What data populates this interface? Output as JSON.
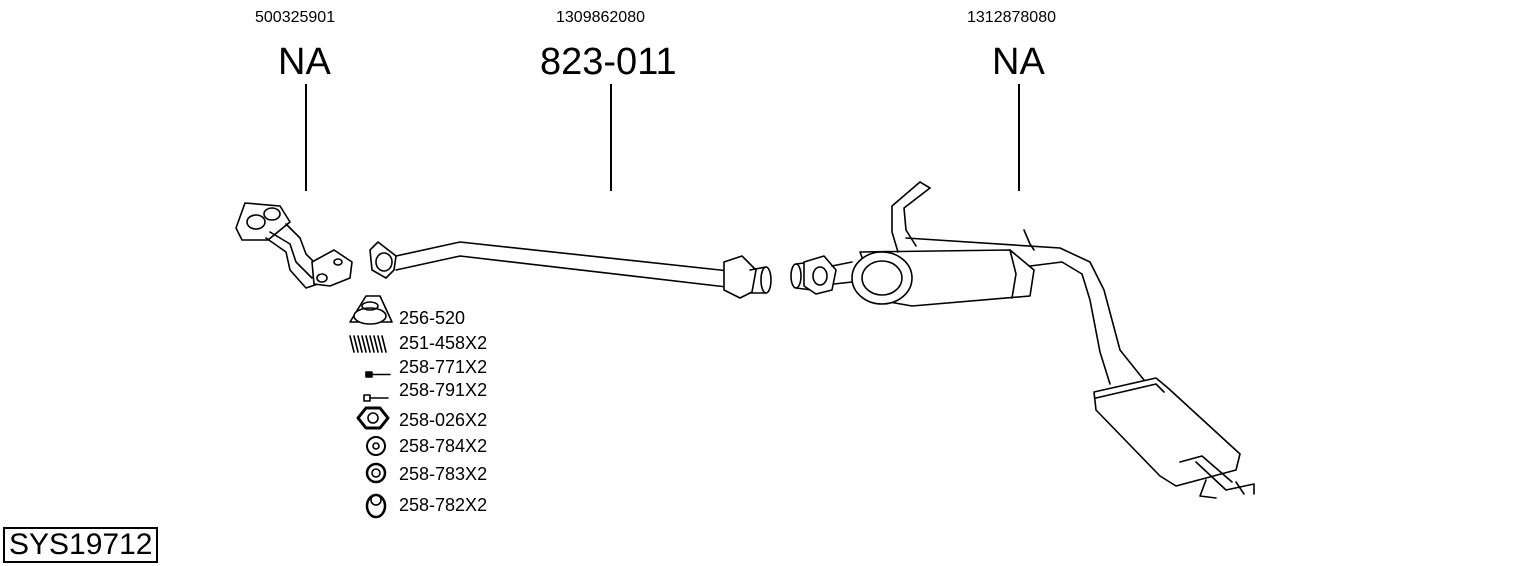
{
  "parts": [
    {
      "oem": "500325901",
      "code": "NA"
    },
    {
      "oem": "1309862080",
      "code": "823-011"
    },
    {
      "oem": "1312878080",
      "code": "NA"
    }
  ],
  "hardware": [
    {
      "code": "256-520",
      "icon": "gasket-ring-icon"
    },
    {
      "code": "251-458X2",
      "icon": "spring-icon"
    },
    {
      "code": "258-771X2",
      "icon": "bolt-icon"
    },
    {
      "code": "258-791X2",
      "icon": "bolt-icon"
    },
    {
      "code": "258-026X2",
      "icon": "hex-nut-icon"
    },
    {
      "code": "258-784X2",
      "icon": "washer-icon"
    },
    {
      "code": "258-783X2",
      "icon": "rubber-mount-icon"
    },
    {
      "code": "258-782X2",
      "icon": "rubber-mount-icon"
    }
  ],
  "system_code": "SYS19712"
}
